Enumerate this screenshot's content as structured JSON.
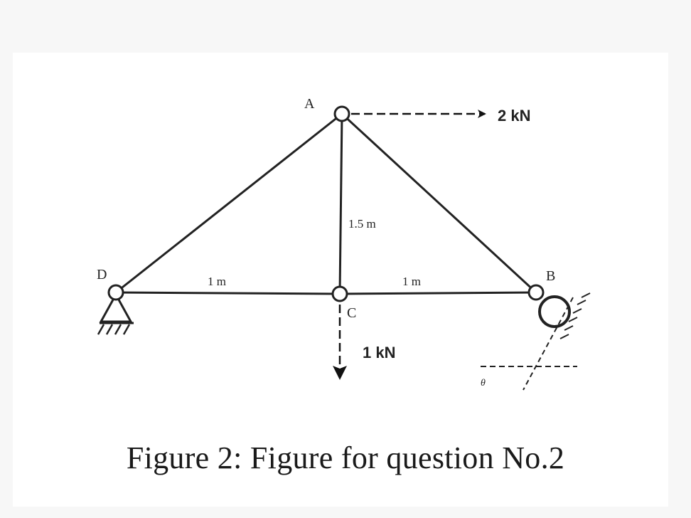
{
  "diagram": {
    "nodes": {
      "A": {
        "label": "A"
      },
      "B": {
        "label": "B"
      },
      "C": {
        "label": "C"
      },
      "D": {
        "label": "D"
      }
    },
    "members": [
      {
        "from": "D",
        "to": "A"
      },
      {
        "from": "A",
        "to": "B"
      },
      {
        "from": "A",
        "to": "C"
      },
      {
        "from": "D",
        "to": "C"
      },
      {
        "from": "C",
        "to": "B"
      }
    ],
    "dimensions": {
      "height_AC": "1.5 m",
      "span_DC": "1 m",
      "span_CB": "1 m"
    },
    "loads": {
      "horizontal_at_A": "2 kN",
      "vertical_at_C": "1 kN"
    },
    "roller_angle_symbol": "θ"
  },
  "caption": "Figure 2: Figure for question No.2"
}
